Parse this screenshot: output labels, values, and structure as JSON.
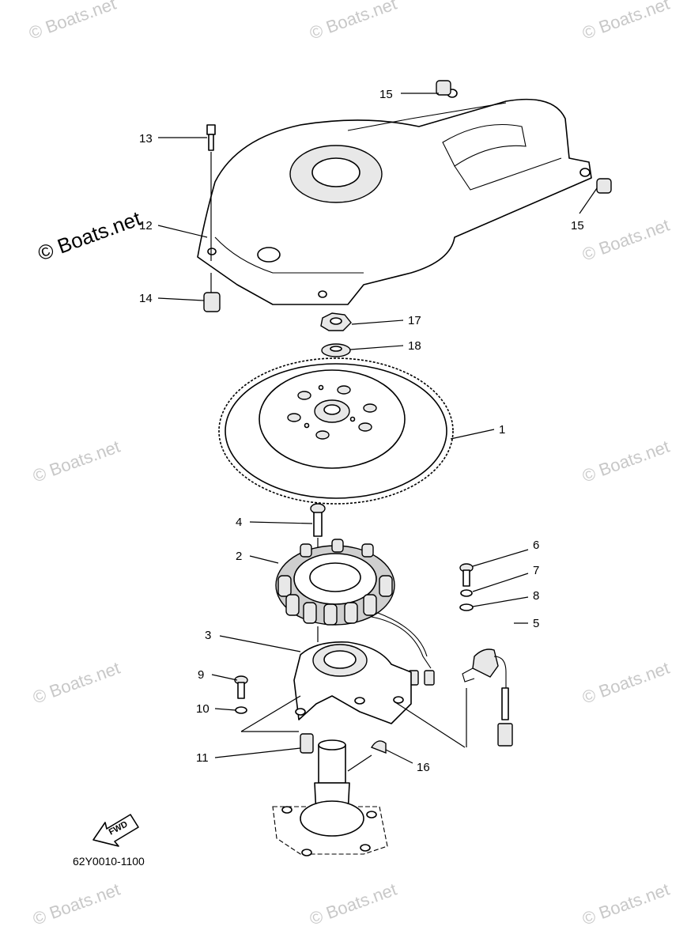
{
  "watermark": {
    "main_text": "© Boats.net",
    "faded_text": "© Boats.net"
  },
  "diagram_code": "62Y0010-1100",
  "fwd_label": "FWD",
  "callouts": {
    "c1": "1",
    "c2": "2",
    "c3": "3",
    "c4": "4",
    "c5": "5",
    "c6": "6",
    "c7": "7",
    "c8": "8",
    "c9": "9",
    "c10": "10",
    "c11": "11",
    "c12": "12",
    "c13": "13",
    "c14": "14",
    "c15a": "15",
    "c15b": "15",
    "c16": "16",
    "c17": "17",
    "c18": "18"
  },
  "colors": {
    "line": "#000000",
    "watermark": "#c8c8c8",
    "fill_shade": "#e8e8e8"
  }
}
